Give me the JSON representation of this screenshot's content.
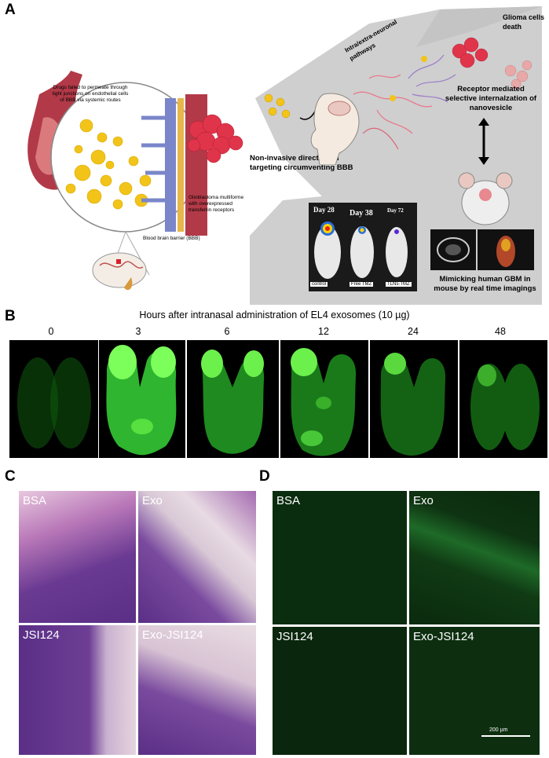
{
  "figure": {
    "panel_labels": {
      "a": "A",
      "b": "B",
      "c": "C",
      "d": "D"
    },
    "panel_a": {
      "drug_note": "Drugs failed to permeate through tight junctions on endothelial cells of BBB via systemic routes",
      "gbm_note": "Glioblastoma multiforme with overexpressed transferrin receptors",
      "bbb_label": "Blood brain barrier (BBB)",
      "noninvasive": "Non-invasive direct brain targeting circumventing BBB",
      "pathways": "Intra/extra-neuronal pathways",
      "glioma": "Glioma cells death",
      "receptor": "Receptor mediated selective internalzation of nanovesicle",
      "mimic": "Mimicking human GBM in mouse by real time imagings",
      "days": [
        "Day 28",
        "Day 38",
        "Day 72"
      ],
      "groups": [
        "control",
        "Free TMZ",
        "TLNs-TMZ"
      ]
    },
    "panel_b": {
      "title": "Hours after intranasal administration of EL4 exosomes (10 µg)",
      "hours": [
        "0",
        "3",
        "6",
        "12",
        "24",
        "48"
      ]
    },
    "panel_c": {
      "tiles": [
        "BSA",
        "Exo",
        "JSI124",
        "Exo-JSI124"
      ]
    },
    "panel_d": {
      "tiles": [
        "BSA",
        "Exo",
        "JSI124",
        "Exo-JSI124"
      ],
      "scale_bar": "200 µm"
    }
  }
}
